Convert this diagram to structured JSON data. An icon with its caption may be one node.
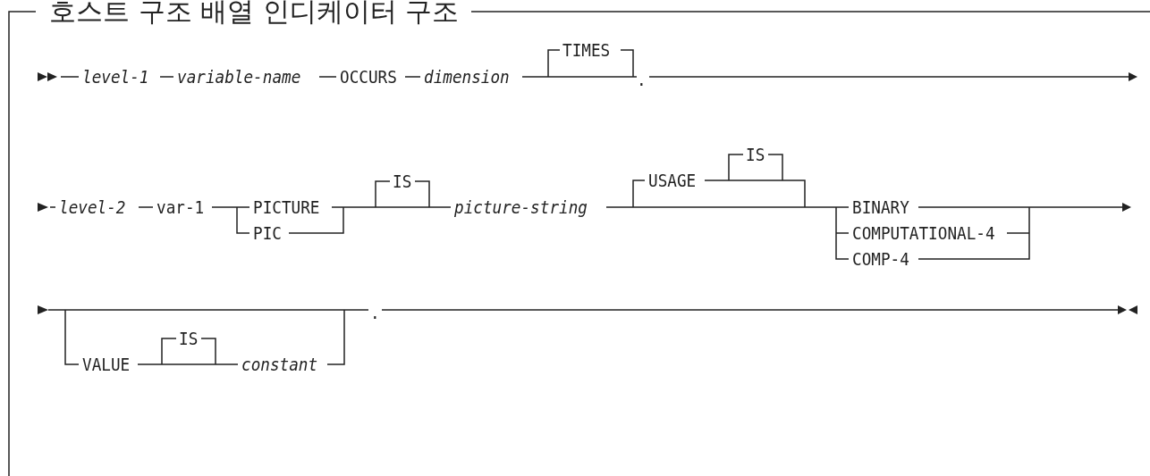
{
  "diagram": {
    "title": "호스트 구조 배열 인디케이터 구조",
    "labels": [
      "level-1",
      "variable-name",
      "OCCURS",
      "dimension",
      "TIMES",
      ".",
      "level-2",
      "var-1",
      "PICTURE",
      "PIC",
      "IS",
      "picture-string",
      "USAGE",
      "IS",
      "BINARY",
      "COMPUTATIONAL-4",
      "COMP-4",
      "VALUE",
      "IS",
      "constant",
      "."
    ]
  }
}
